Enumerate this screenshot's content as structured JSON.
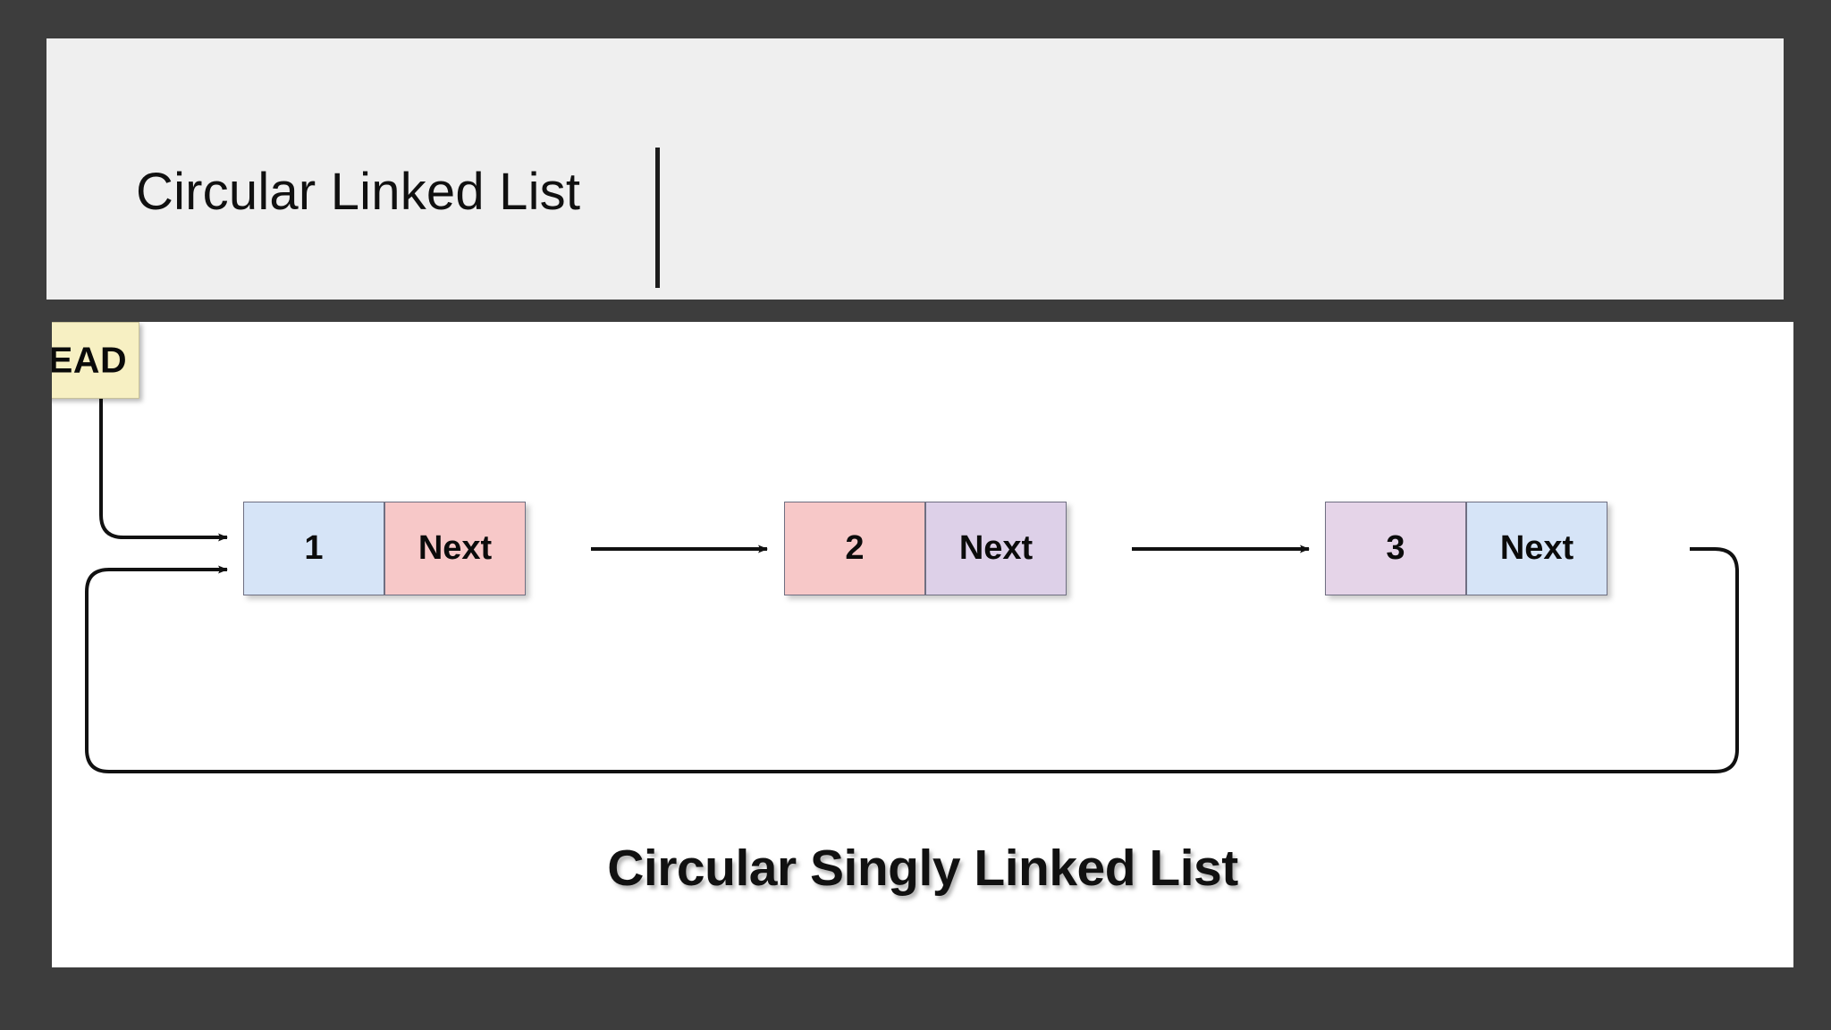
{
  "slide": {
    "title": "Circular Linked List",
    "background_color": "#3d3d3d",
    "header_background": "#efefef",
    "panel_background": "#ffffff"
  },
  "diagram": {
    "caption": "Circular Singly Linked List",
    "head_label": "HEAD",
    "head_box_color": "#f7f0c3",
    "next_label": "Next",
    "nodes": [
      {
        "value": "1",
        "next_label": "Next",
        "data_color": "#d6e4f7",
        "next_color": "#f7c8c8"
      },
      {
        "value": "2",
        "next_label": "Next",
        "data_color": "#f7c8c8",
        "next_color": "#ddd0e8"
      },
      {
        "value": "3",
        "next_label": "Next",
        "data_color": "#e5d4e8",
        "next_color": "#d6e4f7"
      }
    ],
    "arrows": [
      "head-to-node1",
      "node1-to-node2",
      "node2-to-node3",
      "node3-loop-back-to-node1"
    ]
  }
}
